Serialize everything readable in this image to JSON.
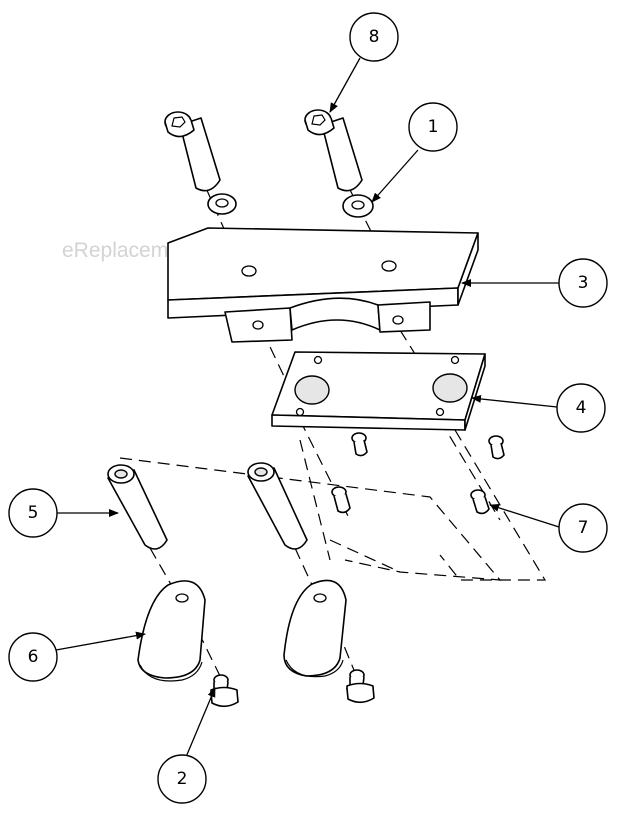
{
  "watermark": "eReplacementParts.com",
  "callouts": {
    "c1": "1",
    "c2": "2",
    "c3": "3",
    "c4": "4",
    "c5": "5",
    "c6": "6",
    "c7": "7",
    "c8": "8"
  }
}
